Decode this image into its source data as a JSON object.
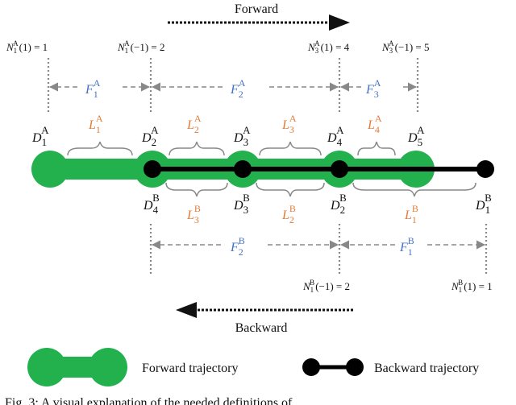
{
  "arrows": {
    "forward": "Forward",
    "backward": "Backward"
  },
  "forward": {
    "D": [
      {
        "base": "D",
        "sub": "1",
        "sup": "A"
      },
      {
        "base": "D",
        "sub": "2",
        "sup": "A"
      },
      {
        "base": "D",
        "sub": "3",
        "sup": "A"
      },
      {
        "base": "D",
        "sub": "4",
        "sup": "A"
      },
      {
        "base": "D",
        "sub": "5",
        "sup": "A"
      }
    ],
    "L": [
      {
        "base": "L",
        "sub": "1",
        "sup": "A"
      },
      {
        "base": "L",
        "sub": "2",
        "sup": "A"
      },
      {
        "base": "L",
        "sub": "3",
        "sup": "A"
      },
      {
        "base": "L",
        "sub": "4",
        "sup": "A"
      }
    ],
    "F": [
      {
        "base": "F",
        "sub": "1",
        "sup": "A"
      },
      {
        "base": "F",
        "sub": "2",
        "sup": "A"
      },
      {
        "base": "F",
        "sub": "3",
        "sup": "A"
      }
    ],
    "N": [
      {
        "base": "N",
        "sub": "1",
        "sup": "A",
        "arg": "(1) = 1"
      },
      {
        "base": "N",
        "sub": "1",
        "sup": "A",
        "arg": "(−1) = 2"
      },
      {
        "base": "N",
        "sub": "3",
        "sup": "A",
        "arg": "(1) = 4"
      },
      {
        "base": "N",
        "sub": "3",
        "sup": "A",
        "arg": "(−1) = 5"
      }
    ]
  },
  "backward": {
    "D": [
      {
        "base": "D",
        "sub": "4",
        "sup": "B"
      },
      {
        "base": "D",
        "sub": "3",
        "sup": "B"
      },
      {
        "base": "D",
        "sub": "2",
        "sup": "B"
      },
      {
        "base": "D",
        "sub": "1",
        "sup": "B"
      }
    ],
    "L": [
      {
        "base": "L",
        "sub": "3",
        "sup": "B"
      },
      {
        "base": "L",
        "sub": "2",
        "sup": "B"
      },
      {
        "base": "L",
        "sub": "1",
        "sup": "B"
      }
    ],
    "F": [
      {
        "base": "F",
        "sub": "2",
        "sup": "B"
      },
      {
        "base": "F",
        "sub": "1",
        "sup": "B"
      }
    ],
    "N": [
      {
        "base": "N",
        "sub": "1",
        "sup": "B",
        "arg": "(−1) = 2"
      },
      {
        "base": "N",
        "sub": "1",
        "sup": "B",
        "arg": "(1) = 1"
      }
    ]
  },
  "legend": {
    "forward": "Forward trajectory",
    "backward": "Backward trajectory"
  },
  "caption": "Fig. 3:  A visual explanation of the needed definitions of",
  "colors": {
    "forward": "#22B14C",
    "backward": "#000000",
    "length_label": "#E07B39",
    "frame_label": "#4472C4",
    "dashed": "#888888"
  }
}
